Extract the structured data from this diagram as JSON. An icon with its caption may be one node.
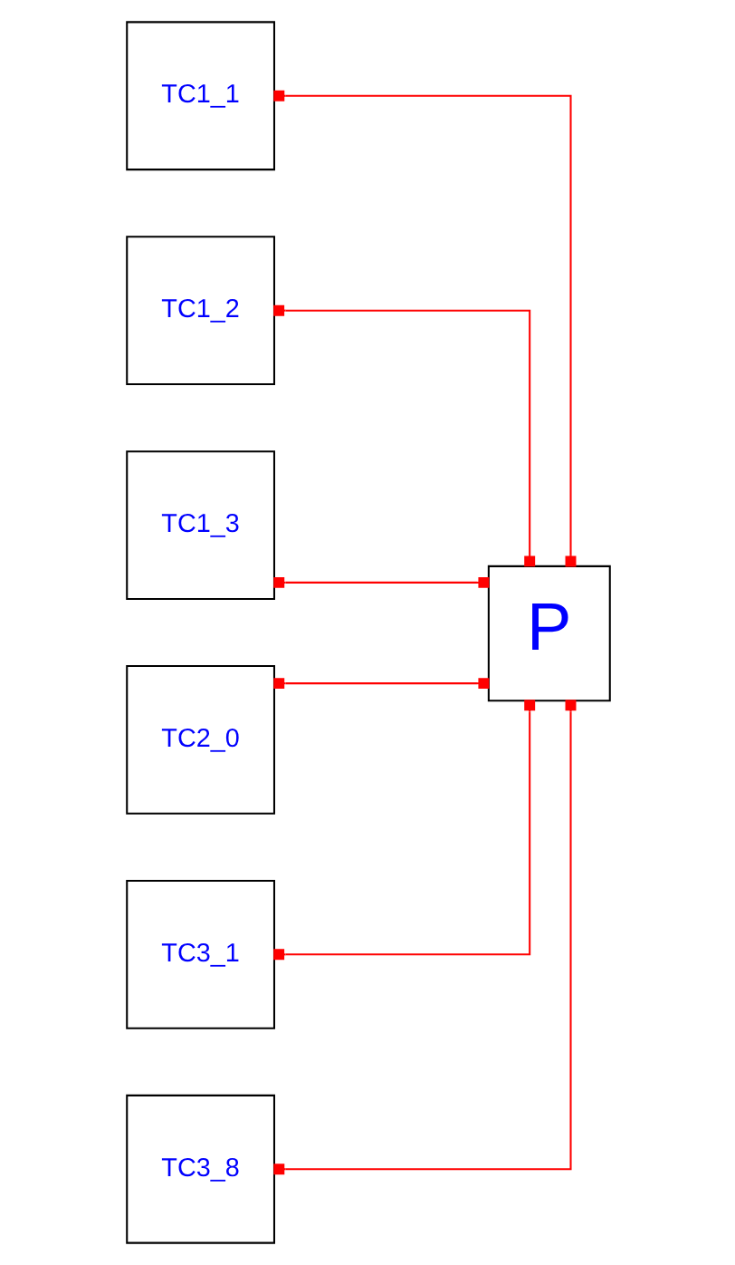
{
  "diagram": {
    "nodes": [
      {
        "text": [
          "TC1_1"
        ]
      },
      {
        "text": [
          "TC1_2"
        ]
      },
      {
        "text": [
          "TC1_3"
        ]
      },
      {
        "text": [
          "TC2_0"
        ]
      },
      {
        "text": [
          "TC3_1"
        ]
      },
      {
        "text": [
          "TC3_8"
        ]
      },
      {
        "text": [
          "P"
        ]
      }
    ],
    "edges": [
      {
        "from": 0,
        "to": 6,
        "arrow": "other"
      },
      {
        "from": 1,
        "to": 6,
        "arrow": "other"
      },
      {
        "from": 2,
        "to": 6,
        "arrow": "other"
      },
      {
        "from": 3,
        "to": 6,
        "arrow": "other"
      },
      {
        "from": 4,
        "to": 6,
        "arrow": "other"
      },
      {
        "from": 5,
        "to": 6,
        "arrow": "other"
      }
    ]
  }
}
